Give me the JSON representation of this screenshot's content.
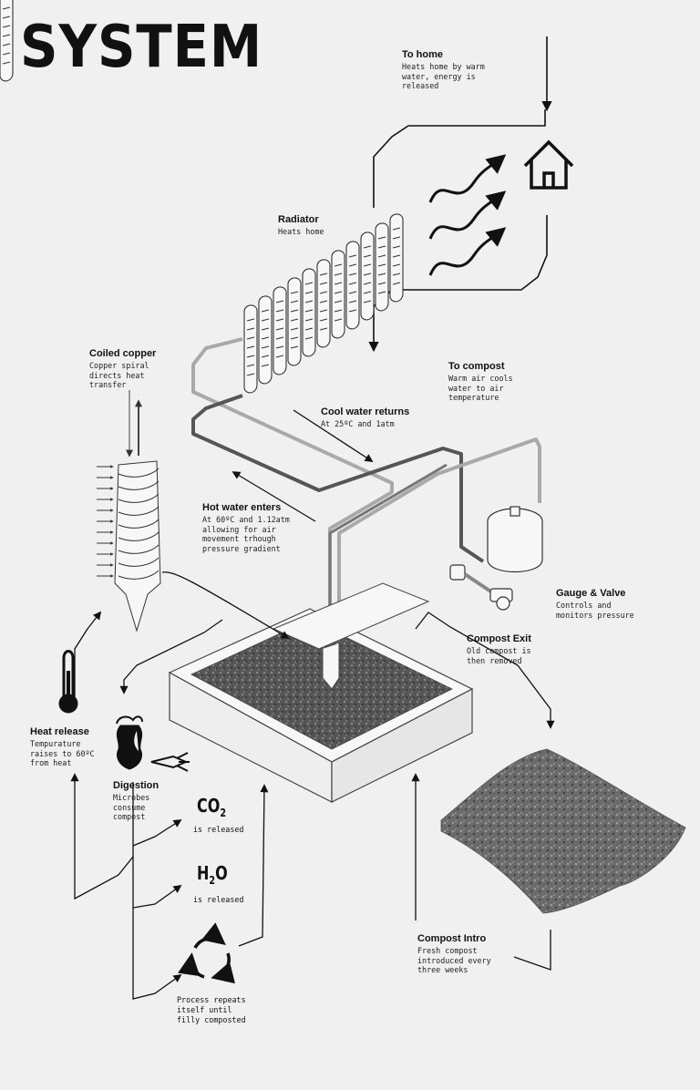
{
  "title": "SYSTEM",
  "labels": {
    "to_home": {
      "heading": "To home",
      "desc": "Heats home by warm\nwater, energy is\nreleased"
    },
    "radiator": {
      "heading": "Radiator",
      "desc": "Heats home"
    },
    "to_compost": {
      "heading": "To compost",
      "desc": "Warm air cools\nwater to air\ntemperature"
    },
    "coiled_copper": {
      "heading": "Coiled copper",
      "desc": "Copper spiral\ndirects heat\ntransfer"
    },
    "cool_water": {
      "heading": "Cool water returns",
      "desc": "At 25ºC and 1atm"
    },
    "hot_water": {
      "heading": "Hot water enters",
      "desc": "At 60ºC and 1.12atm\nallowing for air\nmovement trhough\npressure gradient"
    },
    "gauge_valve": {
      "heading": "Gauge & Valve",
      "desc": "Controls and\nmonitors pressure"
    },
    "compost_exit": {
      "heading": "Compost Exit",
      "desc": "Old compost is\nthen removed"
    },
    "heat_release": {
      "heading": "Heat release",
      "desc": "Tempurature\nraises to 60ºC\nfrom heat"
    },
    "digestion": {
      "heading": "Digestion",
      "desc": "Microbes\nconsume\ncompost"
    },
    "compost_intro": {
      "heading": "Compost Intro",
      "desc": "Fresh compost\nintroduced every\nthree weeks"
    }
  },
  "co2": {
    "base": "CO",
    "sub": "2",
    "note": "is released"
  },
  "h2o": {
    "base": "H",
    "sub": "2",
    "tail": "O",
    "note": "is released"
  },
  "repeat_note": "Process repeats\nitself until\nfilly composted",
  "icons": [
    "house-icon",
    "heat-wave-icon",
    "radiator-icon",
    "copper-coil-icon",
    "thermometer-icon",
    "apple-core-icon",
    "recycle-icon",
    "pressure-tank-icon",
    "valve-icon",
    "compost-bin-icon",
    "compost-pile-icon"
  ],
  "colors": {
    "ink": "#111111",
    "pipe_light": "#a9a9a9",
    "pipe_dark": "#555555",
    "compost": "#5a5a5a",
    "background": "#f0f0f0"
  }
}
